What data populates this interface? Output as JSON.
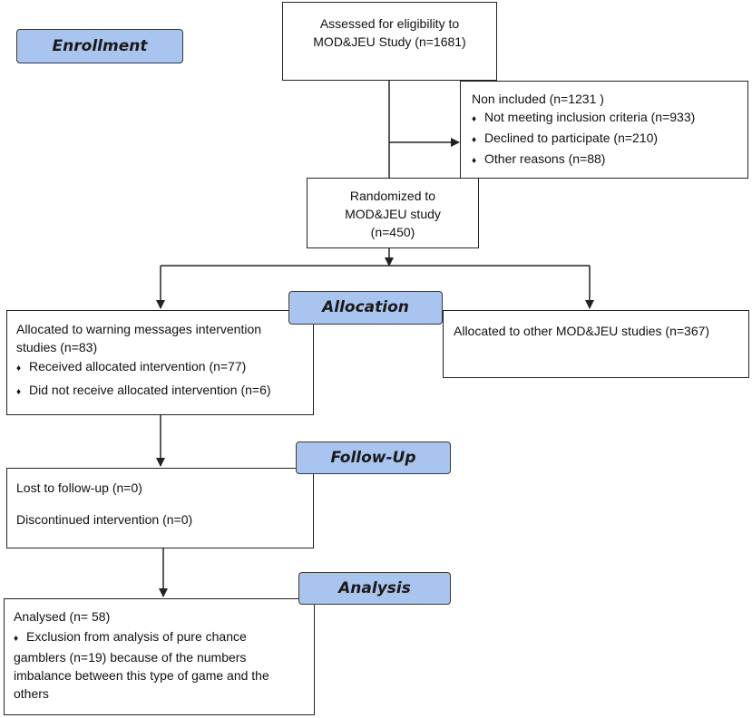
{
  "stages": {
    "enrollment": "Enrollment",
    "allocation": "Allocation",
    "follow_up": "Follow-Up",
    "analysis": "Analysis"
  },
  "assessed": [
    "Assessed for eligibility to",
    "MOD&JEU Study (n=1681)"
  ],
  "non_included": {
    "title": "Non included  (n=1231   )",
    "items": [
      "Not meeting inclusion criteria (n=933)",
      "Declined to participate (n=210)",
      "Other reasons (n=88)"
    ]
  },
  "randomized": [
    "Randomized to",
    "MOD&JEU study",
    "(n=450)"
  ],
  "allocated_warning": {
    "title_lines": [
      "Allocated to warning messages intervention",
      "studies (n=83)"
    ],
    "items": [
      "Received allocated intervention (n=77)",
      "Did not receive allocated intervention  (n=6)"
    ]
  },
  "allocated_other": "Allocated to other MOD&JEU studies (n=367)",
  "followup_box": {
    "lost": "Lost to follow-up (n=0)",
    "discontinued": "Discontinued intervention (n=0)"
  },
  "analysed": {
    "title": "Analysed (n= 58)",
    "item_lines": [
      "Exclusion from analysis of pure chance",
      "gamblers (n=19) because of the numbers",
      "imbalance between this type of game and the",
      "others"
    ]
  },
  "bullet_glyph": "♦"
}
